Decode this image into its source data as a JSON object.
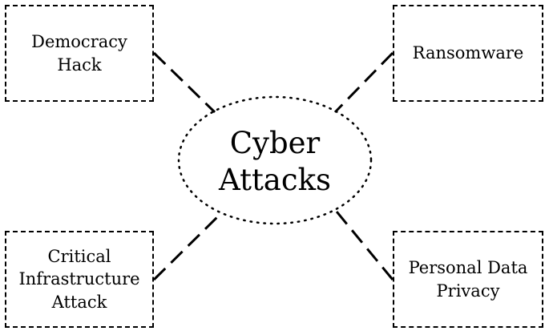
{
  "center": {
    "line1": "Cyber",
    "line2": "Attacks"
  },
  "nodes": {
    "democracy_hack": {
      "line1": "Democracy",
      "line2": "Hack"
    },
    "ransomware": {
      "line1": "Ransomware"
    },
    "critical_infrastructure": {
      "line1": "Critical",
      "line2": "Infrastructure",
      "line3": "Attack"
    },
    "personal_data_privacy": {
      "line1": "Personal Data",
      "line2": "Privacy"
    }
  },
  "style": {
    "stroke_color": "#000000",
    "background_color": "#ffffff"
  }
}
